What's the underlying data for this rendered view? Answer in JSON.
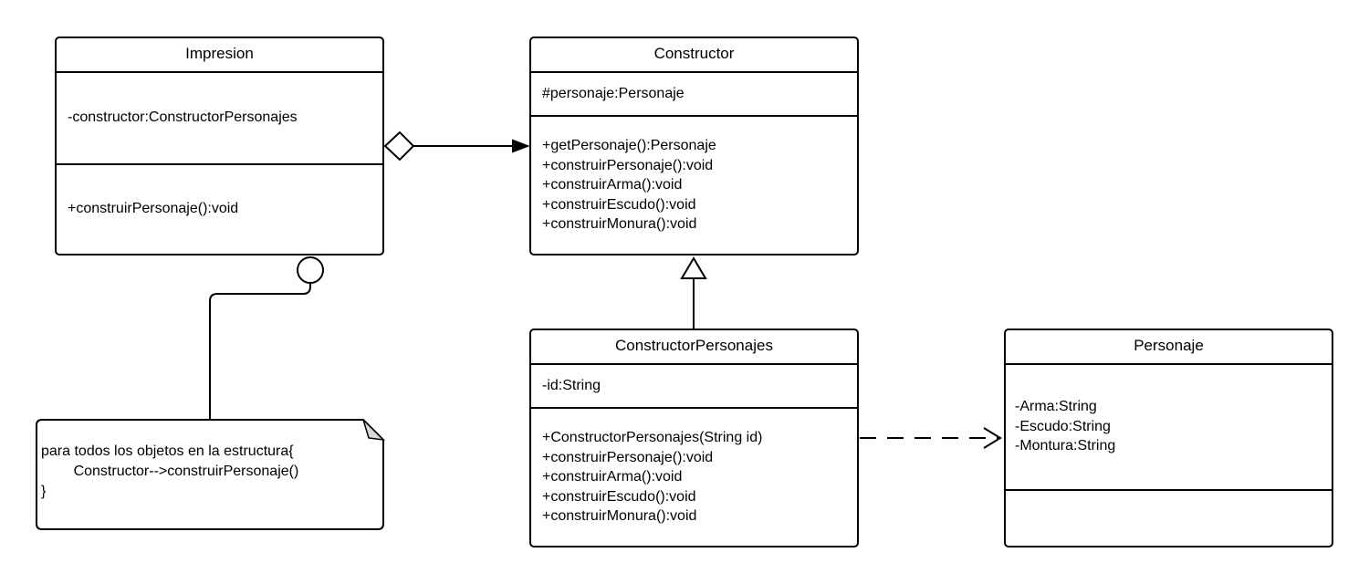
{
  "classes": {
    "impresion": {
      "name": "Impresion",
      "attributes": [
        "-constructor:ConstructorPersonajes"
      ],
      "methods": [
        "+construirPersonaje():void"
      ]
    },
    "constructor": {
      "name": "Constructor",
      "attributes": [
        "#personaje:Personaje"
      ],
      "methods": [
        "+getPersonaje():Personaje",
        "+construirPersonaje():void",
        "+construirArma():void",
        "+construirEscudo():void",
        "+construirMonura():void"
      ]
    },
    "constructor_personajes": {
      "name": "ConstructorPersonajes",
      "attributes": [
        "-id:String"
      ],
      "methods": [
        "+ConstructorPersonajes(String id)",
        "+construirPersonaje():void",
        "+construirArma():void",
        "+construirEscudo():void",
        "+construirMonura():void"
      ]
    },
    "personaje": {
      "name": "Personaje",
      "attributes": [
        "-Arma:String",
        "-Escudo:String",
        "-Montura:String"
      ],
      "methods": []
    }
  },
  "note": {
    "lines": [
      "para todos los objetos en la estructura{",
      "        Constructor-->construirPersonaje()",
      "}"
    ]
  }
}
